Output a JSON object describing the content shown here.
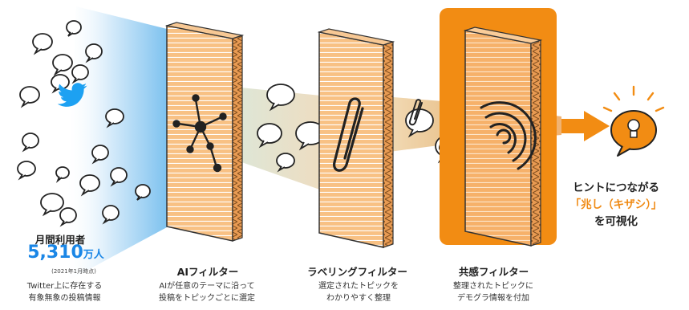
{
  "colors": {
    "accent_orange": "#f28c13",
    "twitter_blue": "#1da1f2",
    "count_blue": "#1a86e6",
    "filter_face": "#f8bd7e",
    "filter_side": "#e0893c",
    "beam_tan": "#e8c898"
  },
  "icons": [
    "twitter-bird-icon",
    "speech-bubble-icon",
    "network-node-icon",
    "paper-clip-icon",
    "concentric-arc-icon",
    "light-bulb-icon",
    "flow-arrow-icon"
  ],
  "users": {
    "title": "月間利用者",
    "count": "5,310",
    "unit": "万人",
    "as_of": "(2021年1月時点)",
    "desc_line1": "Twitter上に存在する",
    "desc_line2": "有象無象の投稿情報"
  },
  "ai_filter": {
    "label": "AIフィルター",
    "desc_line1": "AIが任意のテーマに沿って",
    "desc_line2": "投稿をトピックごとに選定"
  },
  "labeling_filter": {
    "label": "ラベリングフィルター",
    "desc_line1": "選定されたトピックを",
    "desc_line2": "わかりやすく整理"
  },
  "empathy_filter": {
    "label": "共感フィルター",
    "desc_line1": "整理されたトピックに",
    "desc_line2": "デモグラ情報を付加"
  },
  "result": {
    "line1": "ヒントにつながる",
    "line2": "「兆し（キザシ）」",
    "line3": "を可視化"
  }
}
